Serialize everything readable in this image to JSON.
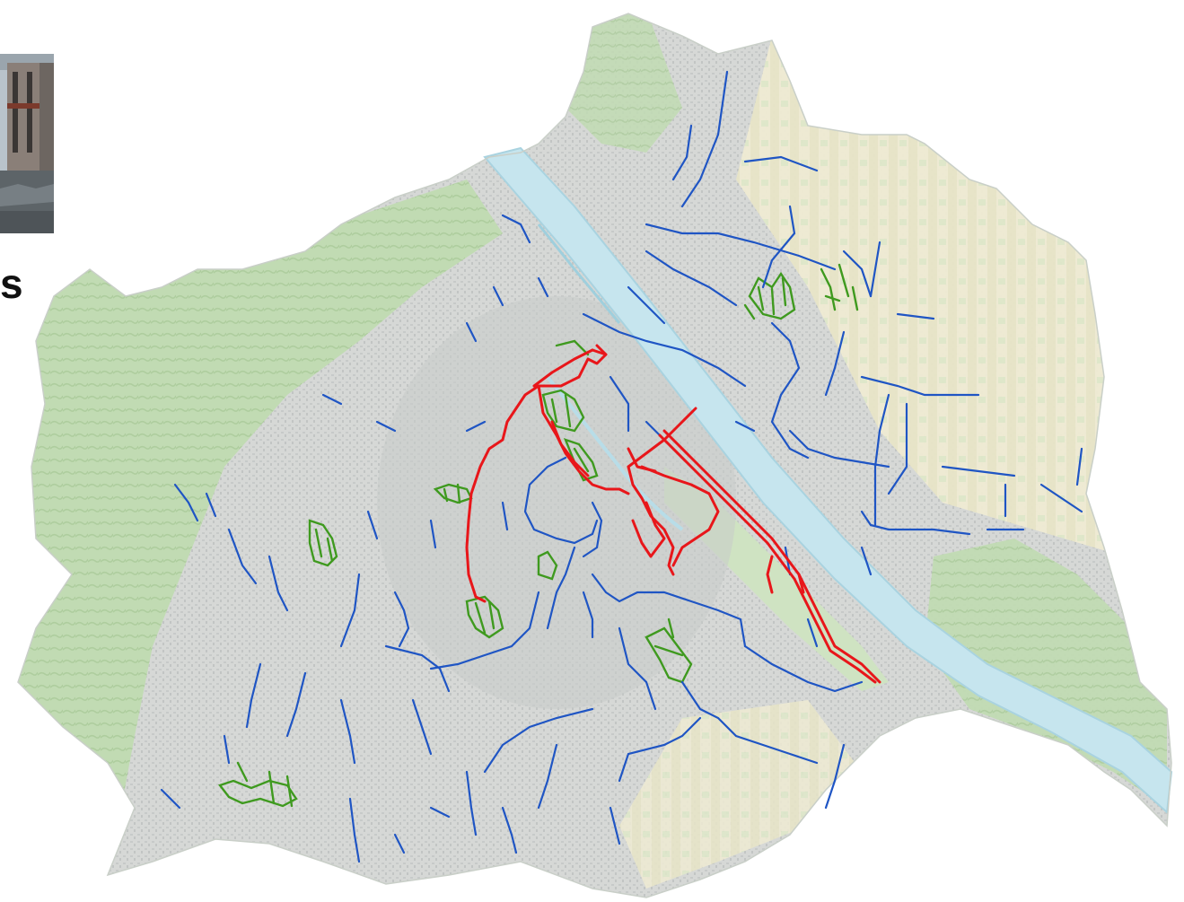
{
  "slide": {
    "title_fragment": "s"
  },
  "photo": {
    "icon": "photo-thumbnail-icon",
    "colors": {
      "sky": "#b9c3cb",
      "facade": "#8a7f78",
      "dark": "#3a3634",
      "rust": "#7b3a2c",
      "ground": "#5d6468"
    }
  },
  "map": {
    "colors": {
      "forest": "#bfd9b0",
      "forest_dark": "#a9cc98",
      "farmland": "#f0ecd2",
      "urban": "#d7dad8",
      "urban_dense": "#c6c9c8",
      "water": "#c7e6ef",
      "water_edge": "#a9d3e0",
      "route_red": "#e8161a",
      "route_blue": "#1f55c4",
      "route_green": "#3f9a1f"
    },
    "layers": {
      "red": "route-network-red",
      "blue": "route-network-blue",
      "green": "route-network-green"
    }
  }
}
